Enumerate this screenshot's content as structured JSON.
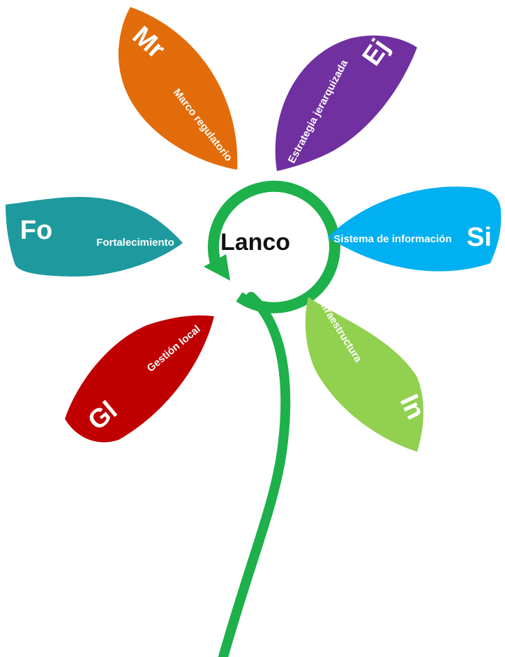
{
  "center": {
    "title": "Lanco"
  },
  "petals": {
    "mr": {
      "abbr": "Mr",
      "label": "Marco regulatorio",
      "color": "#E36C0A"
    },
    "ej": {
      "abbr": "Ej",
      "label": "Estrategia jerarquizada",
      "color": "#7030A0"
    },
    "fo": {
      "abbr": "Fo",
      "label": "Fortalecimiento",
      "color": "#1E9A9E"
    },
    "si": {
      "abbr": "Si",
      "label": "Sistema de información",
      "color": "#00B0F0"
    },
    "gl": {
      "abbr": "Gl",
      "label": "Gestión local",
      "color": "#C00000"
    },
    "in": {
      "abbr": "In",
      "label": "Infraestructura",
      "color": "#92D050"
    }
  },
  "stem": {
    "color": "#1DB04B"
  }
}
